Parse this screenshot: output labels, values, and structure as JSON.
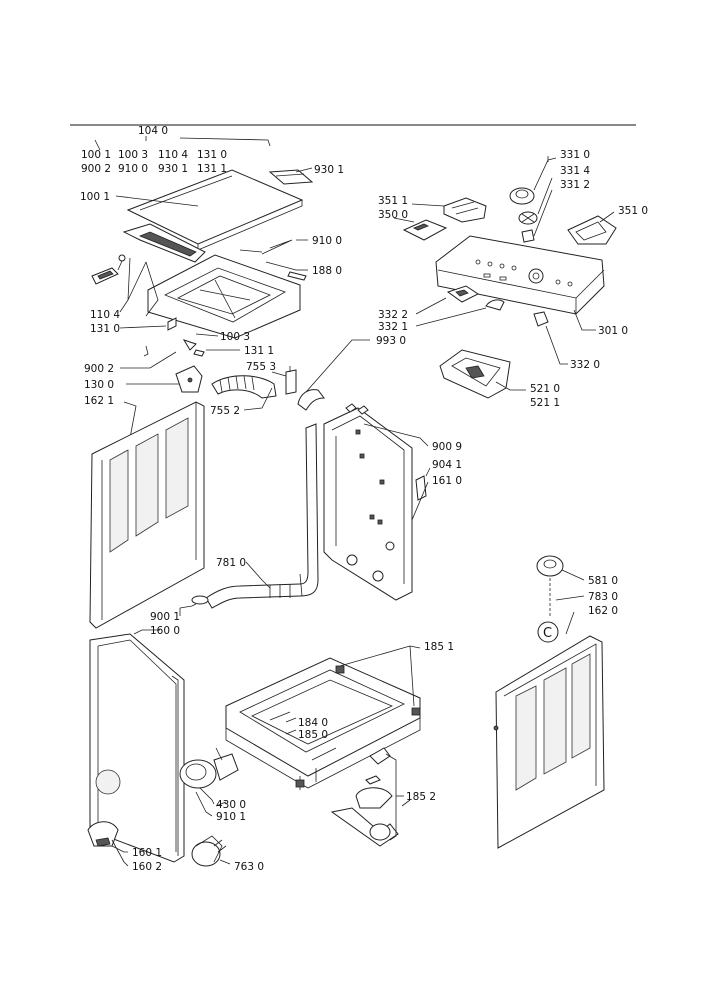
{
  "header_codes": {
    "top": "104 0",
    "row1": [
      "100 1",
      "100 3",
      "110 4",
      "131 0"
    ],
    "row2": [
      "900 2",
      "910 0",
      "930 1",
      "131 1"
    ]
  },
  "labels": {
    "l930_1": "930 1",
    "l100_1": "100 1",
    "l910_0": "910 0",
    "l188_0": "188 0",
    "l110_4": "110 4",
    "l131_0": "131 0",
    "l100_3": "100 3",
    "l131_1": "131 1",
    "l900_2": "900 2",
    "l755_3": "755 3",
    "l130_0": "130 0",
    "l162_1": "162 1",
    "l755_2": "755 2",
    "l993_0": "993 0",
    "l331_0": "331 0",
    "l331_4": "331 4",
    "l331_2": "331 2",
    "l351_1": "351 1",
    "l350_0": "350 0",
    "l351_0": "351 0",
    "l332_2": "332 2",
    "l332_1": "332 1",
    "l301_0": "301 0",
    "l332_0": "332 0",
    "l521_0": "521 0",
    "l521_1": "521 1",
    "l900_9": "900 9",
    "l904_1": "904 1",
    "l161_0": "161 0",
    "l781_0": "781 0",
    "l900_1": "900 1",
    "l160_0": "160 0",
    "l581_0": "581 0",
    "l783_0": "783 0",
    "l162_0": "162 0",
    "l185_1": "185 1",
    "l184_0": "184 0",
    "l185_0": "185 0",
    "l185_2": "185 2",
    "l430_0": "430 0",
    "l910_1": "910 1",
    "l160_1": "160 1",
    "l160_2": "160 2",
    "l763_0": "763 0",
    "symbol_c": "C"
  }
}
